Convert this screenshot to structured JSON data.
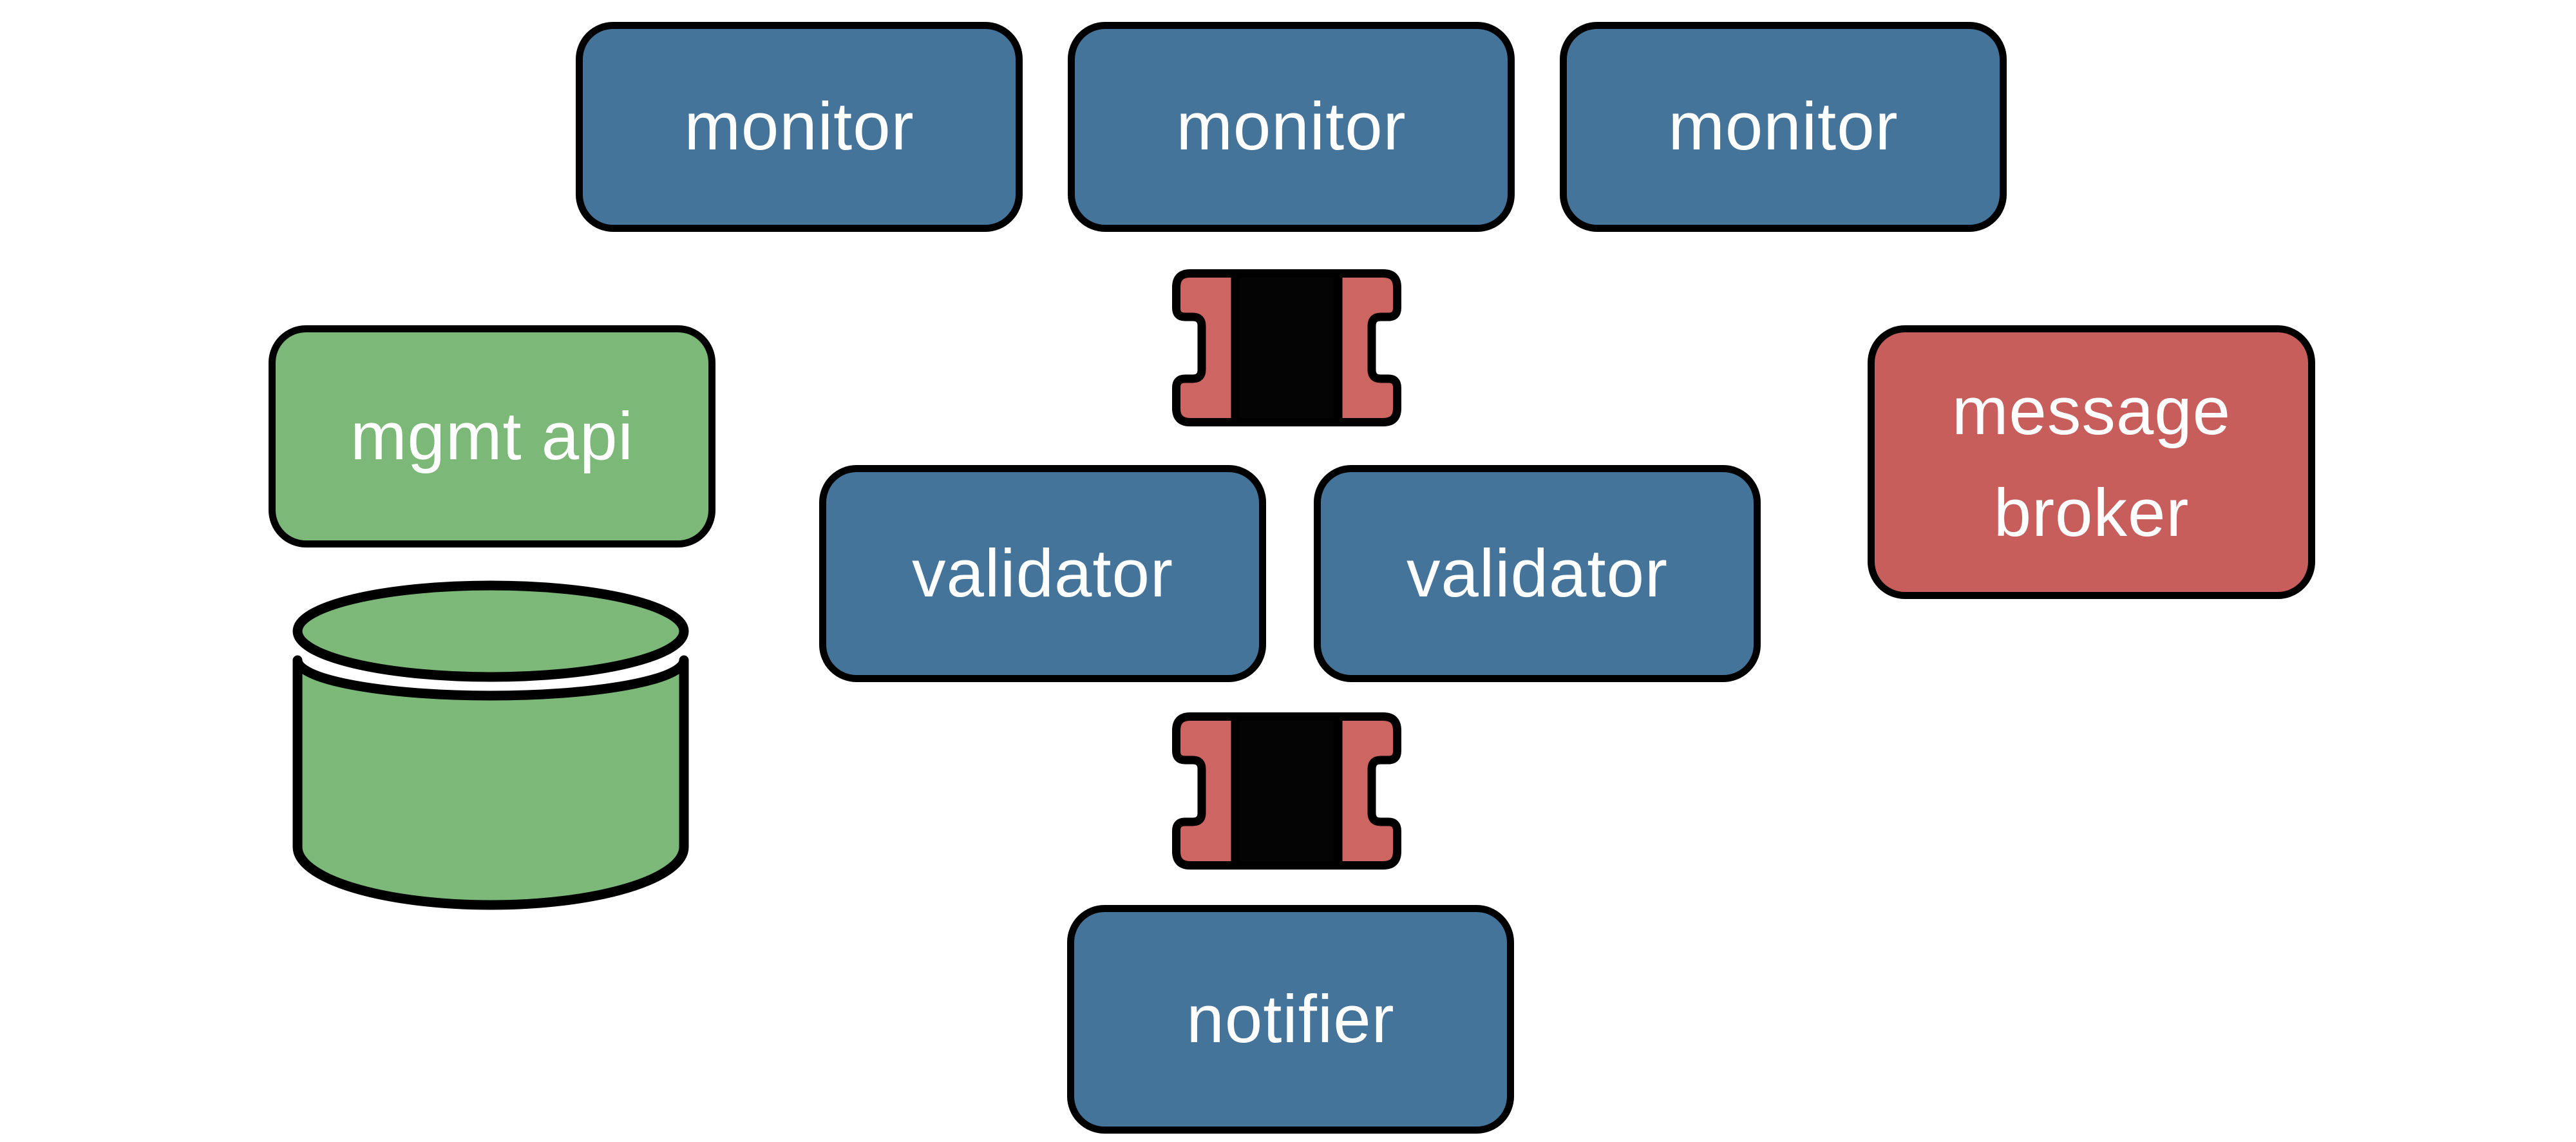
{
  "palette": {
    "background": "#FFFFFF",
    "outline": "#000000",
    "label_text": "#FFFFFF",
    "service_blue": "#45749B",
    "api_green": "#7CB878",
    "broker_red": "#C85E5C",
    "queue_red": "#CD6562",
    "queue_center_black": "#040404"
  },
  "nodes": {
    "monitor_1": {
      "label": "monitor"
    },
    "monitor_2": {
      "label": "monitor"
    },
    "monitor_3": {
      "label": "monitor"
    },
    "mgmt_api": {
      "label": "mgmt api"
    },
    "message_broker": {
      "label": "message broker"
    },
    "validator_1": {
      "label": "validator"
    },
    "validator_2": {
      "label": "validator"
    },
    "notifier": {
      "label": "notifier"
    },
    "database": {
      "icon": "database-cylinder-icon"
    },
    "queue_top": {
      "icon": "queue-icon"
    },
    "queue_bottom": {
      "icon": "queue-icon"
    }
  }
}
